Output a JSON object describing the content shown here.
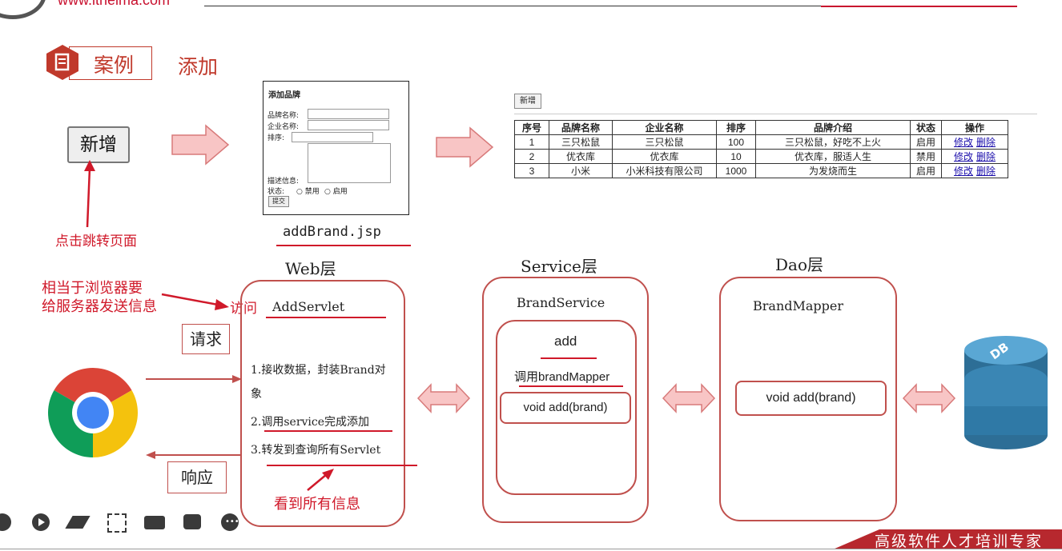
{
  "header": {
    "url": "www.itheima.com"
  },
  "title": {
    "main": "案例",
    "sub": "添加"
  },
  "new_button": "新增",
  "click_note": "点击跳转页面",
  "form": {
    "title": "添加品牌",
    "fields": [
      "品牌名称:",
      "企业名称:",
      "排序:",
      "描述信息:"
    ],
    "status_label": "状态:",
    "status_options": [
      "禁用",
      "启用"
    ],
    "submit": "提交",
    "file": "addBrand.jsp"
  },
  "table": {
    "button": "新增",
    "headers": [
      "序号",
      "品牌名称",
      "企业名称",
      "排序",
      "品牌介绍",
      "状态",
      "操作"
    ],
    "rows": [
      [
        "1",
        "三只松鼠",
        "三只松鼠",
        "100",
        "三只松鼠，好吃不上火",
        "启用"
      ],
      [
        "2",
        "优衣库",
        "优衣库",
        "10",
        "优衣库，服适人生",
        "禁用"
      ],
      [
        "3",
        "小米",
        "小米科技有限公司",
        "1000",
        "为发烧而生",
        "启用"
      ]
    ],
    "actions": [
      "修改",
      "删除"
    ]
  },
  "layers": {
    "web": "Web层",
    "service": "Service层",
    "dao": "Dao层"
  },
  "browser_note": {
    "line1": "相当于浏览器要",
    "line2": "给服务器发送信息",
    "access": "访问"
  },
  "request": "请求",
  "response": "响应",
  "servlet": {
    "name": "AddServlet",
    "step1a": "1.接收数据，封装Brand对",
    "step1b": "象",
    "step2": "2.调用service完成添加",
    "step3": "3.转发到查询所有Servlet",
    "see_all": "看到所有信息"
  },
  "service": {
    "name": "BrandService",
    "method": "add",
    "call": "调用brandMapper",
    "sig": "void add(brand)"
  },
  "dao": {
    "name": "BrandMapper",
    "sig": "void add(brand)"
  },
  "db_label": "DB",
  "footer": "高级软件人才培训专家",
  "colors": {
    "accent": "#c0504d",
    "brand_red": "#b7282e",
    "arrow_fill": "#f8c5c5"
  },
  "toolbar_icons": [
    "previous-icon",
    "play-icon",
    "pen-icon",
    "focus-icon",
    "camera-icon",
    "chat-icon",
    "more-icon"
  ]
}
